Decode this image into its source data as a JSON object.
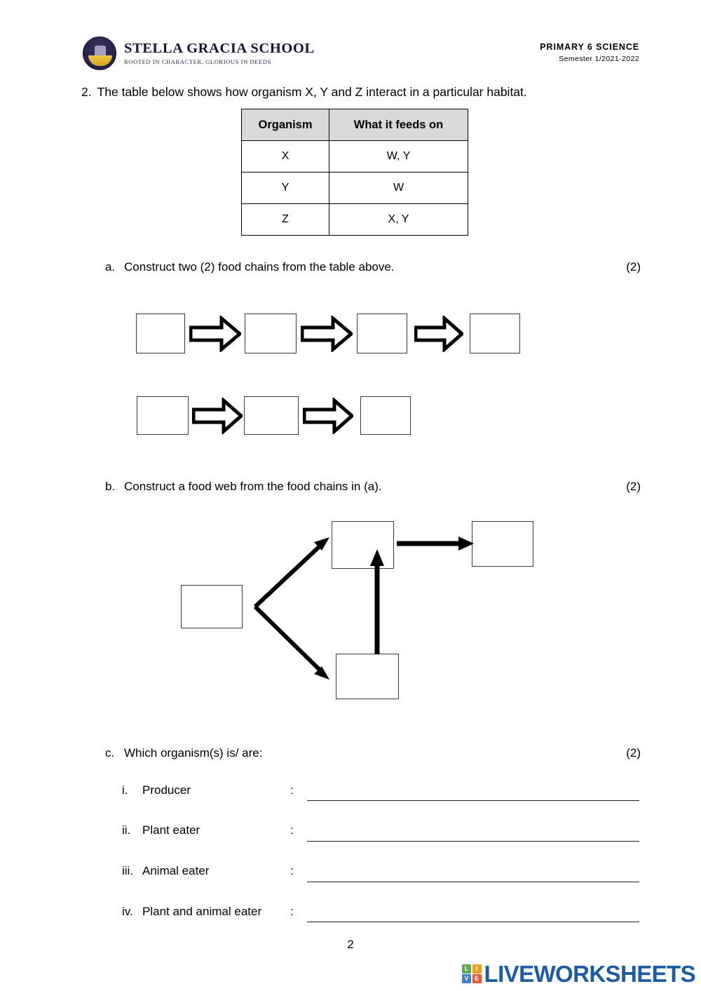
{
  "header": {
    "school_name": "STELLA GRACIA SCHOOL",
    "school_tagline": "ROOTED IN CHARACTER, GLORIOUS IN DEEDS",
    "subject_line": "PRIMARY 6 SCIENCE",
    "semester_line": "Semester 1/2021-2022",
    "crest_icon": "school-crest-icon"
  },
  "question": {
    "number": "2.",
    "stem": "The table below shows how organism X, Y and Z interact in a particular habitat."
  },
  "table": {
    "columns": [
      "Organism",
      "What it feeds on"
    ],
    "rows": [
      [
        "X",
        "W, Y"
      ],
      [
        "Y",
        "W"
      ],
      [
        "Z",
        "X, Y"
      ]
    ]
  },
  "parts": {
    "a": {
      "label": "a.",
      "text": "Construct two (2) food chains from the table above.",
      "marks": "(2)",
      "chain1_boxes": 4,
      "chain1_arrows": 3,
      "chain2_boxes": 3,
      "chain2_arrows": 2,
      "box_values": [
        "",
        "",
        "",
        "",
        "",
        "",
        ""
      ]
    },
    "b": {
      "label": "b.",
      "text": "Construct a food web from the food chains in (a).",
      "marks": "(2)",
      "web_boxes": 4,
      "web_arrows": 4,
      "box_values": [
        "",
        "",
        "",
        ""
      ]
    },
    "c": {
      "label": "c.",
      "text": "Which organism(s) is/ are:",
      "marks": "(2)",
      "items": [
        {
          "roman": "i.",
          "text": "Producer",
          "colon": ":",
          "answer": ""
        },
        {
          "roman": "ii.",
          "text": "Plant eater",
          "colon": ":",
          "answer": ""
        },
        {
          "roman": "iii.",
          "text": "Animal eater",
          "colon": ":",
          "answer": ""
        },
        {
          "roman": "iv.",
          "text": "Plant and animal eater",
          "colon": ":",
          "answer": ""
        }
      ]
    }
  },
  "footer": {
    "page_number": "2",
    "brand_word": "LIVEWORKSHEETS",
    "brand_tiles": [
      {
        "letter": "L",
        "color": "#5aab46"
      },
      {
        "letter": "I",
        "color": "#e8a020"
      },
      {
        "letter": "V",
        "color": "#3d7ec4"
      },
      {
        "letter": "E",
        "color": "#e05a3a"
      }
    ]
  },
  "colors": {
    "table_header_bg": "#d9d9d9",
    "ink": "#000000",
    "brand_blue": "#1a5ca8"
  }
}
